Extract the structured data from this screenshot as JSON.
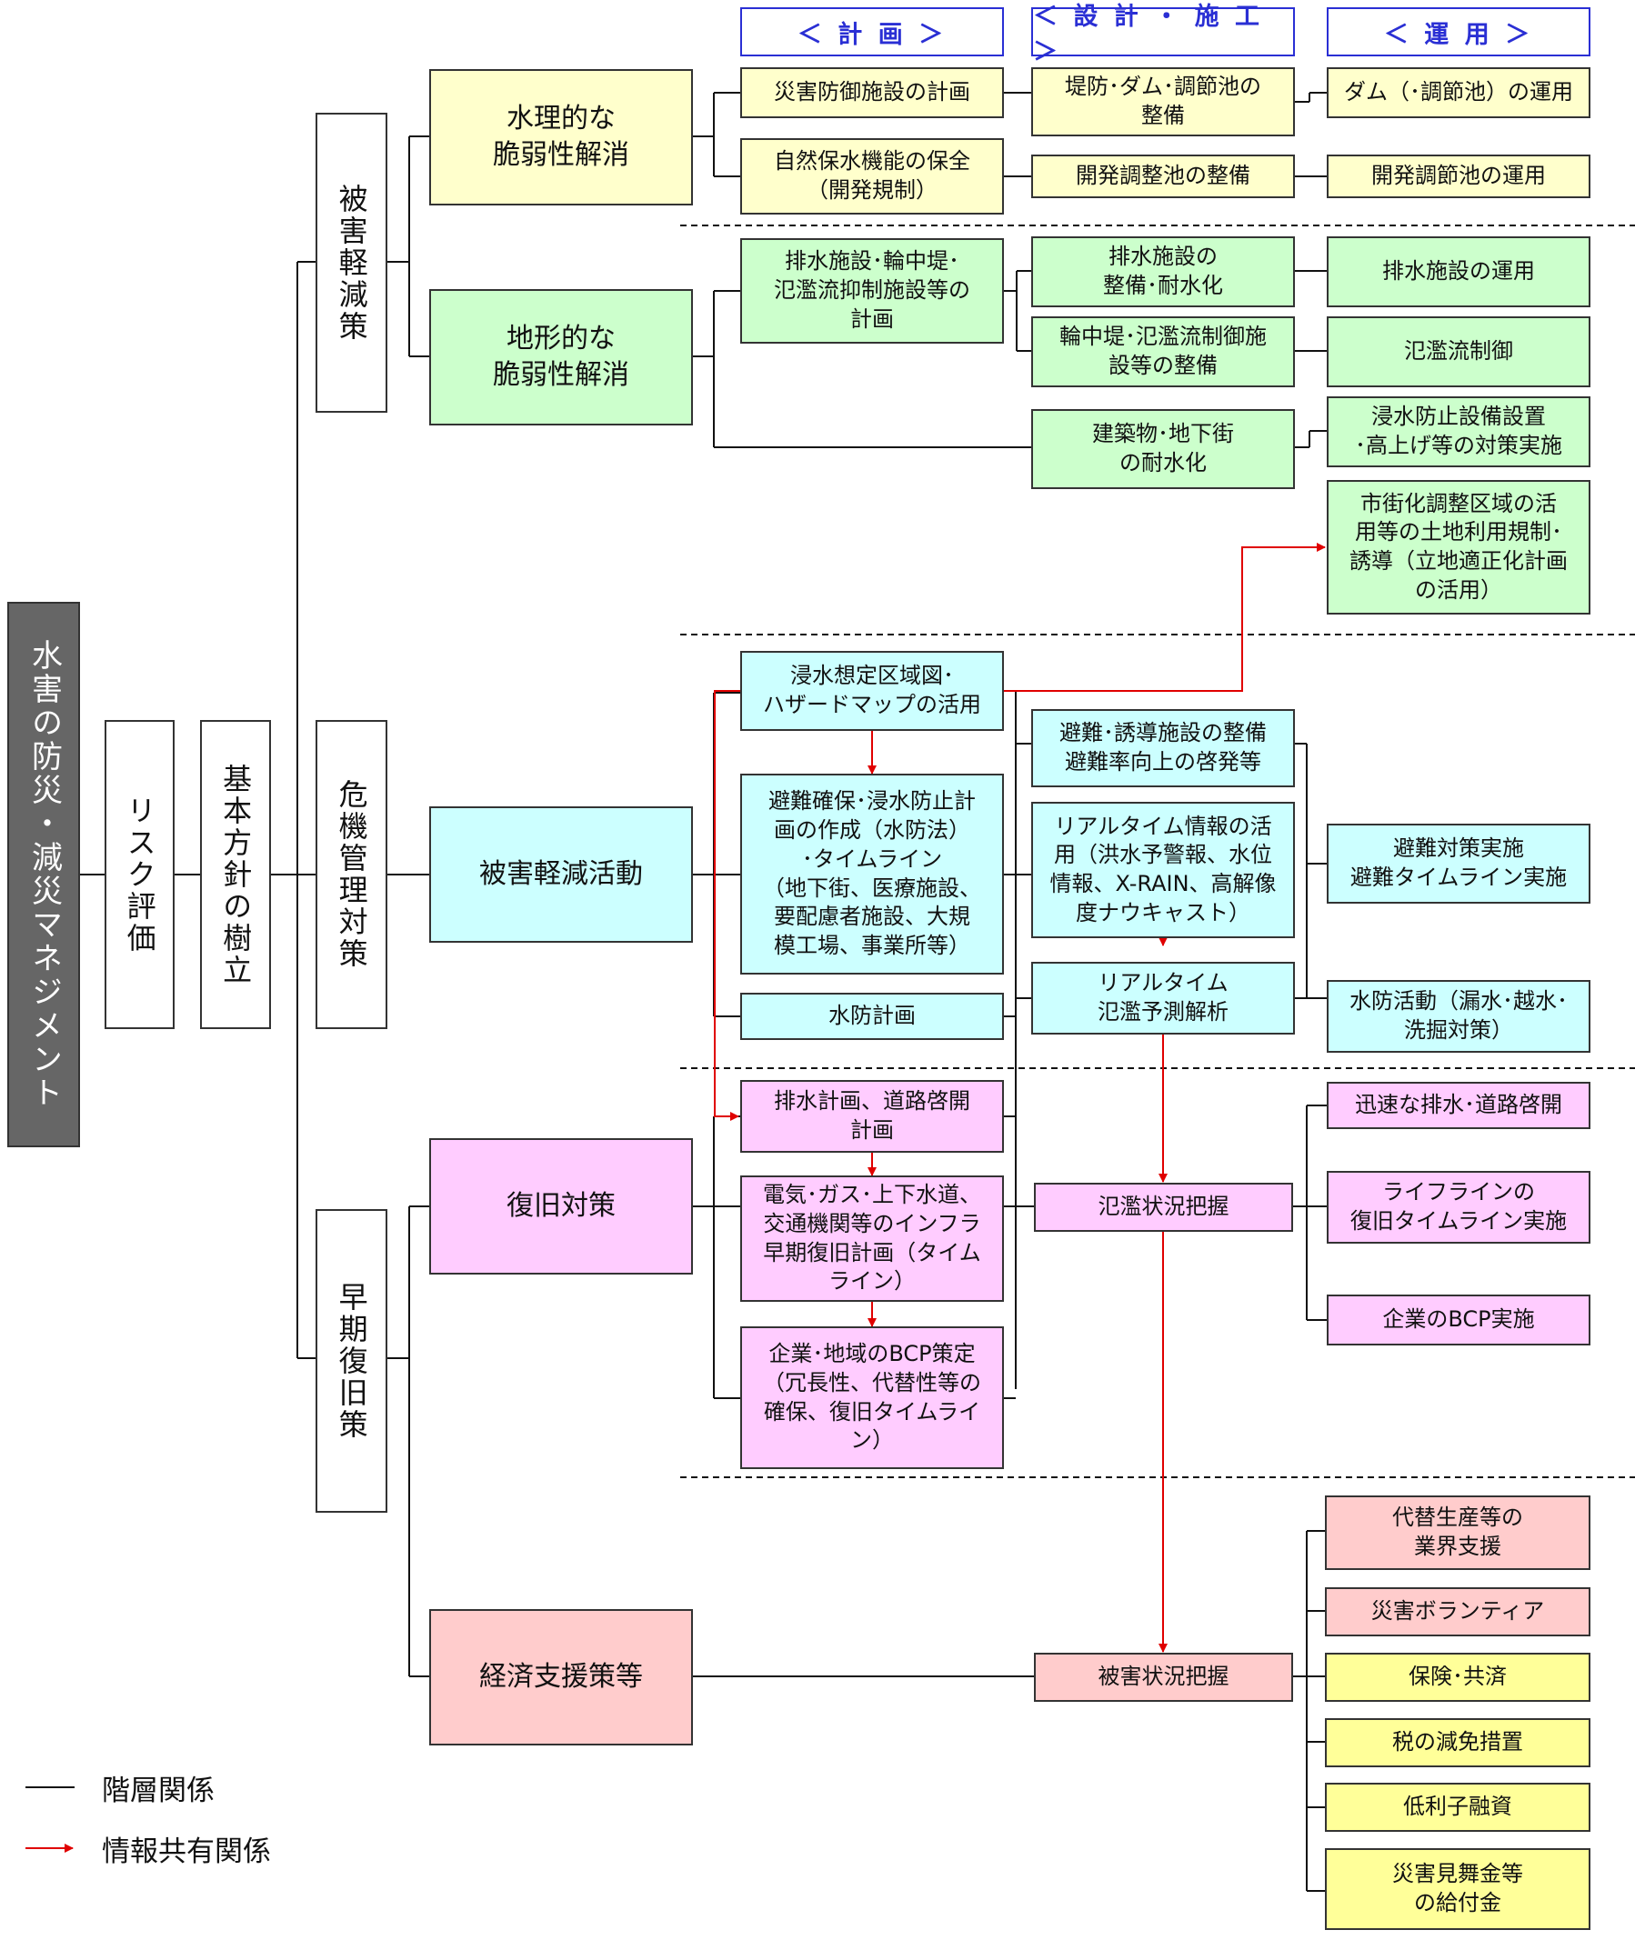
{
  "headers": {
    "plan": "＜ 計 画 ＞",
    "design": "＜ 設 計 ・ 施 工 ＞",
    "operate": "＜ 運 用 ＞"
  },
  "root": "水害の防災・減災マネジメント",
  "risk": "リスク評価",
  "policy": "基本方針の樹立",
  "categories": {
    "reduce": "被害軽減策",
    "crisis": "危機管理対策",
    "recovery": "早期復旧策"
  },
  "mid": {
    "hydraulic": "水理的な\n脆弱性解消",
    "terrain": "地形的な\n脆弱性解消",
    "activity": "被害軽減活動",
    "restore": "復旧対策",
    "economic": "経済支援策等"
  },
  "plan": {
    "p1": "災害防御施設の計画",
    "p2": "自然保水機能の保全\n（開発規制）",
    "p3": "排水施設･輪中堤･\n氾濫流抑制施設等の\n計画",
    "p4": "浸水想定区域図･\nハザードマップの活用",
    "p5": "避難確保･浸水防止計\n画の作成（水防法）\n･タイムライン\n（地下街、医療施設、\n要配慮者施設、大規\n模工場、事業所等）",
    "p6": "水防計画",
    "p7": "排水計画、道路啓開\n計画",
    "p8": "電気･ガス･上下水道、\n交通機関等のインフラ\n早期復旧計画（タイム\nライン）",
    "p9": "企業･地域のBCP策定\n（冗長性、代替性等の\n確保、復旧タイムライ\nン）"
  },
  "design": {
    "d1": "堤防･ダム･調節池の\n整備",
    "d2": "開発調整池の整備",
    "d3": "排水施設の\n整備･耐水化",
    "d4": "輪中堤･氾濫流制御施\n設等の整備",
    "d5": "建築物･地下街\nの耐水化",
    "d6": "避難･誘導施設の整備\n避難率向上の啓発等",
    "d7": "リアルタイム情報の活\n用（洪水予警報、水位\n情報、X-RAIN、高解像\n度ナウキャスト）",
    "d8": "リアルタイム\n氾濫予測解析",
    "d9": "氾濫状況把握",
    "d10": "被害状況把握"
  },
  "operate": {
    "o1": "ダム（･調節池）の運用",
    "o2": "開発調節池の運用",
    "o3": "排水施設の運用",
    "o4": "氾濫流制御",
    "o5": "浸水防止設備設置\n･高上げ等の対策実施",
    "o6": "市街化調整区域の活\n用等の土地利用規制･\n誘導（立地適正化計画\nの活用）",
    "o7": "避難対策実施\n避難タイムライン実施",
    "o8": "水防活動（漏水･越水･\n洗掘対策）",
    "o9": "迅速な排水･道路啓開",
    "o10": "ライフラインの\n復旧タイムライン実施",
    "o11": "企業のBCP実施",
    "o12": "代替生産等の\n業界支援",
    "o13": "災害ボランティア",
    "o14": "保険･共済",
    "o15": "税の減免措置",
    "o16": "低利子融資",
    "o17": "災害見舞金等\nの給付金"
  },
  "legend": {
    "hierarchy": "階層関係",
    "info": "情報共有関係"
  },
  "colors": {
    "yellow": "#ffffcc",
    "green": "#ccffcc",
    "cyan": "#ccffff",
    "pink": "#ffccff",
    "salmon": "#ffcccc",
    "yellow2": "#ffff99",
    "header": "#2a2fd4",
    "arrow": "#e00000",
    "root": "#666666"
  }
}
